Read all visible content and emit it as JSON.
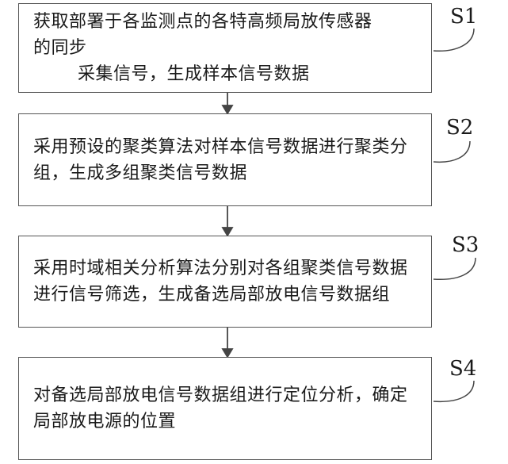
{
  "steps": [
    {
      "label": "S1",
      "line1": "获取部署于各监测点的各特高频局放传感器的同步",
      "line2": "采集信号，生成样本信号数据"
    },
    {
      "label": "S2",
      "line1": "采用预设的聚类算法对样本信号数据进行聚类分组，生成多组聚类信号数据"
    },
    {
      "label": "S3",
      "line1": "采用时域相关分析算法分别对各组聚类信号数据进行信号筛选，生成备选局部放电信号数据组"
    },
    {
      "label": "S4",
      "line1": "对备选局部放电信号数据组进行定位分析，确定局部放电源的位置"
    }
  ]
}
